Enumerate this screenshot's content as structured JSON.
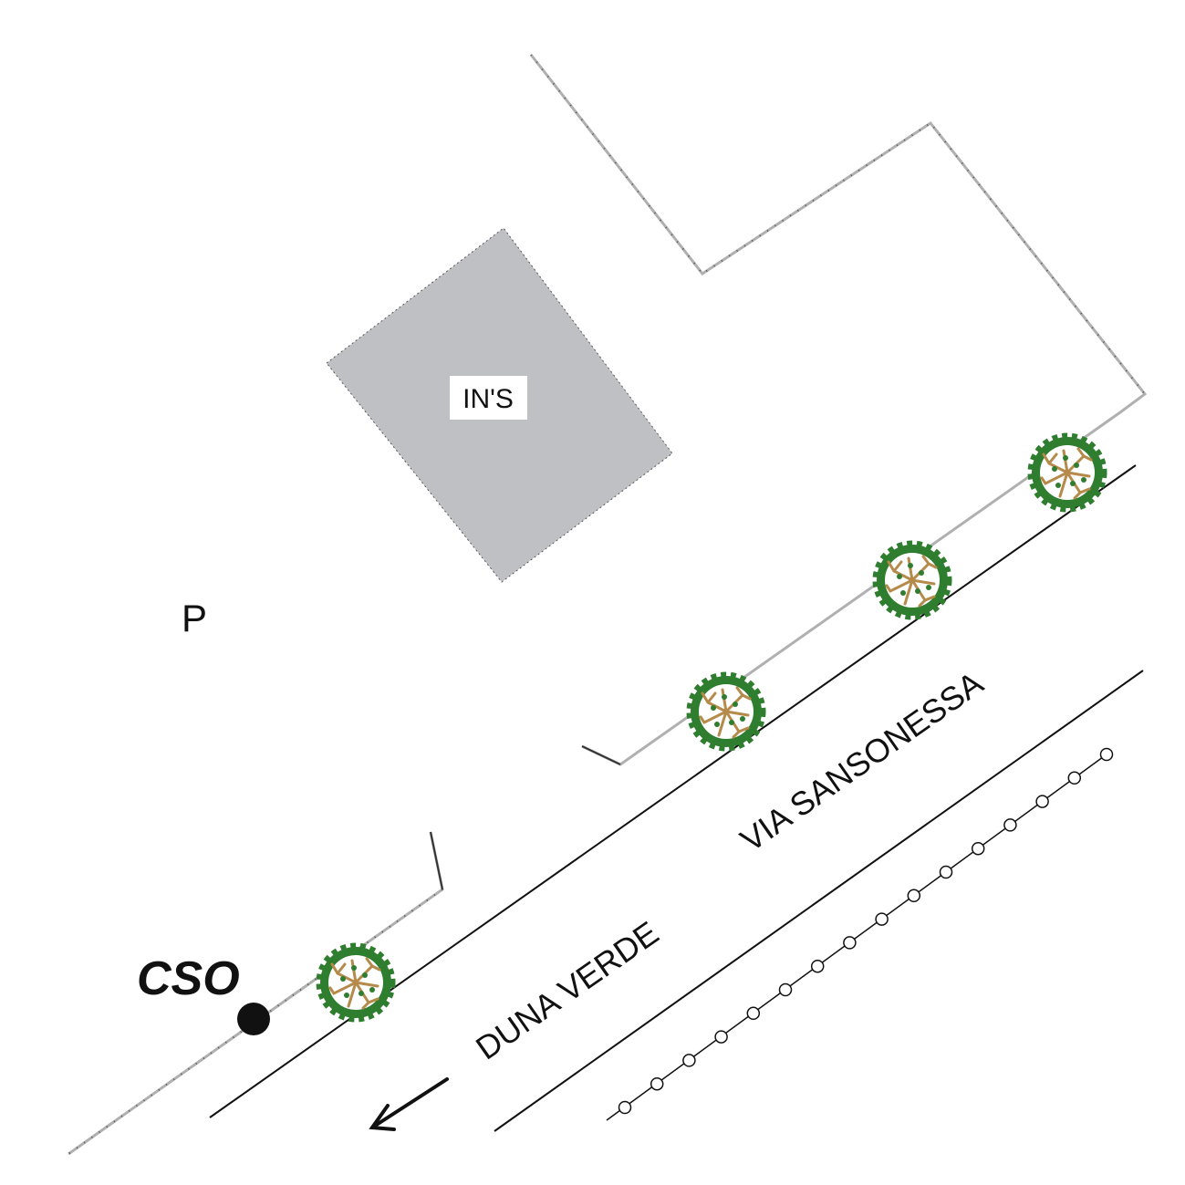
{
  "labels": {
    "building": "IN'S",
    "parking": "P",
    "street_name": "VIA SANSONESSA",
    "locality": "DUNA VERDE",
    "outfall": "CSO"
  },
  "colors": {
    "building_fill": "#bfc0c3",
    "property_line": "#b0b0b0",
    "road_line": "#111111",
    "tree_foliage": "#2f7d2f",
    "tree_branch": "#b58a4a",
    "cso_marker": "#111111"
  },
  "icons": {
    "tree": "tree-icon",
    "outfall": "cso-point-icon",
    "flow_direction": "arrow-left-icon",
    "utility_line": "circle-node-line"
  }
}
